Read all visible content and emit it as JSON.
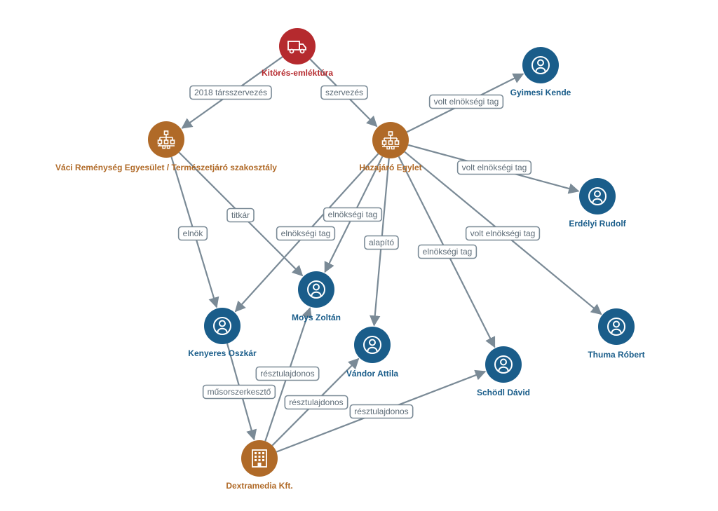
{
  "colors": {
    "event": "#b52a2e",
    "organization": "#b06a28",
    "person": "#1a5d8a",
    "company": "#b06a28",
    "edge": "#7a8a96"
  },
  "nodes": [
    {
      "id": "kitores",
      "label": "Kitörés-emléktúra",
      "type": "event",
      "icon": "truck-icon"
    },
    {
      "id": "vaci",
      "label": "Váci Reménység Egyesület / Természetjáró szakosztály",
      "type": "organization",
      "icon": "org-chart-icon"
    },
    {
      "id": "hazajaro",
      "label": "Hazajáró Egylet",
      "type": "organization",
      "icon": "org-chart-icon"
    },
    {
      "id": "gyimesi",
      "label": "Gyimesi Kende",
      "type": "person",
      "icon": "person-icon"
    },
    {
      "id": "erdelyi",
      "label": "Erdélyi Rudolf",
      "type": "person",
      "icon": "person-icon"
    },
    {
      "id": "thuma",
      "label": "Thuma Róbert",
      "type": "person",
      "icon": "person-icon"
    },
    {
      "id": "moys",
      "label": "Moys Zoltán",
      "type": "person",
      "icon": "person-icon"
    },
    {
      "id": "kenyeres",
      "label": "Kenyeres Oszkár",
      "type": "person",
      "icon": "person-icon"
    },
    {
      "id": "vandor",
      "label": "Vándor Attila",
      "type": "person",
      "icon": "person-icon"
    },
    {
      "id": "schodl",
      "label": "Schödl Dávid",
      "type": "person",
      "icon": "person-icon"
    },
    {
      "id": "dextramedia",
      "label": "Dextramedia Kft.",
      "type": "company",
      "icon": "building-icon"
    }
  ],
  "edges": [
    {
      "from": "kitores",
      "to": "vaci",
      "label": "2018 társszervezés"
    },
    {
      "from": "kitores",
      "to": "hazajaro",
      "label": "szervezés"
    },
    {
      "from": "hazajaro",
      "to": "gyimesi",
      "label": "volt elnökségi tag"
    },
    {
      "from": "hazajaro",
      "to": "erdelyi",
      "label": "volt elnökségi tag"
    },
    {
      "from": "hazajaro",
      "to": "thuma",
      "label": "volt elnökségi tag"
    },
    {
      "from": "hazajaro",
      "to": "schodl",
      "label": "elnökségi tag"
    },
    {
      "from": "hazajaro",
      "to": "vandor",
      "label": "alapító"
    },
    {
      "from": "hazajaro",
      "to": "moys",
      "label": "elnökségi tag"
    },
    {
      "from": "hazajaro",
      "to": "kenyeres",
      "label": "elnökségi tag"
    },
    {
      "from": "vaci",
      "to": "kenyeres",
      "label": "elnök"
    },
    {
      "from": "vaci",
      "to": "moys",
      "label": "titkár"
    },
    {
      "from": "kenyeres",
      "to": "dextramedia",
      "label": "műsorszerkesztő"
    },
    {
      "from": "dextramedia",
      "to": "moys",
      "label": "résztulajdonos"
    },
    {
      "from": "dextramedia",
      "to": "vandor",
      "label": "résztulajdonos"
    },
    {
      "from": "dextramedia",
      "to": "schodl",
      "label": "résztulajdonos"
    }
  ]
}
